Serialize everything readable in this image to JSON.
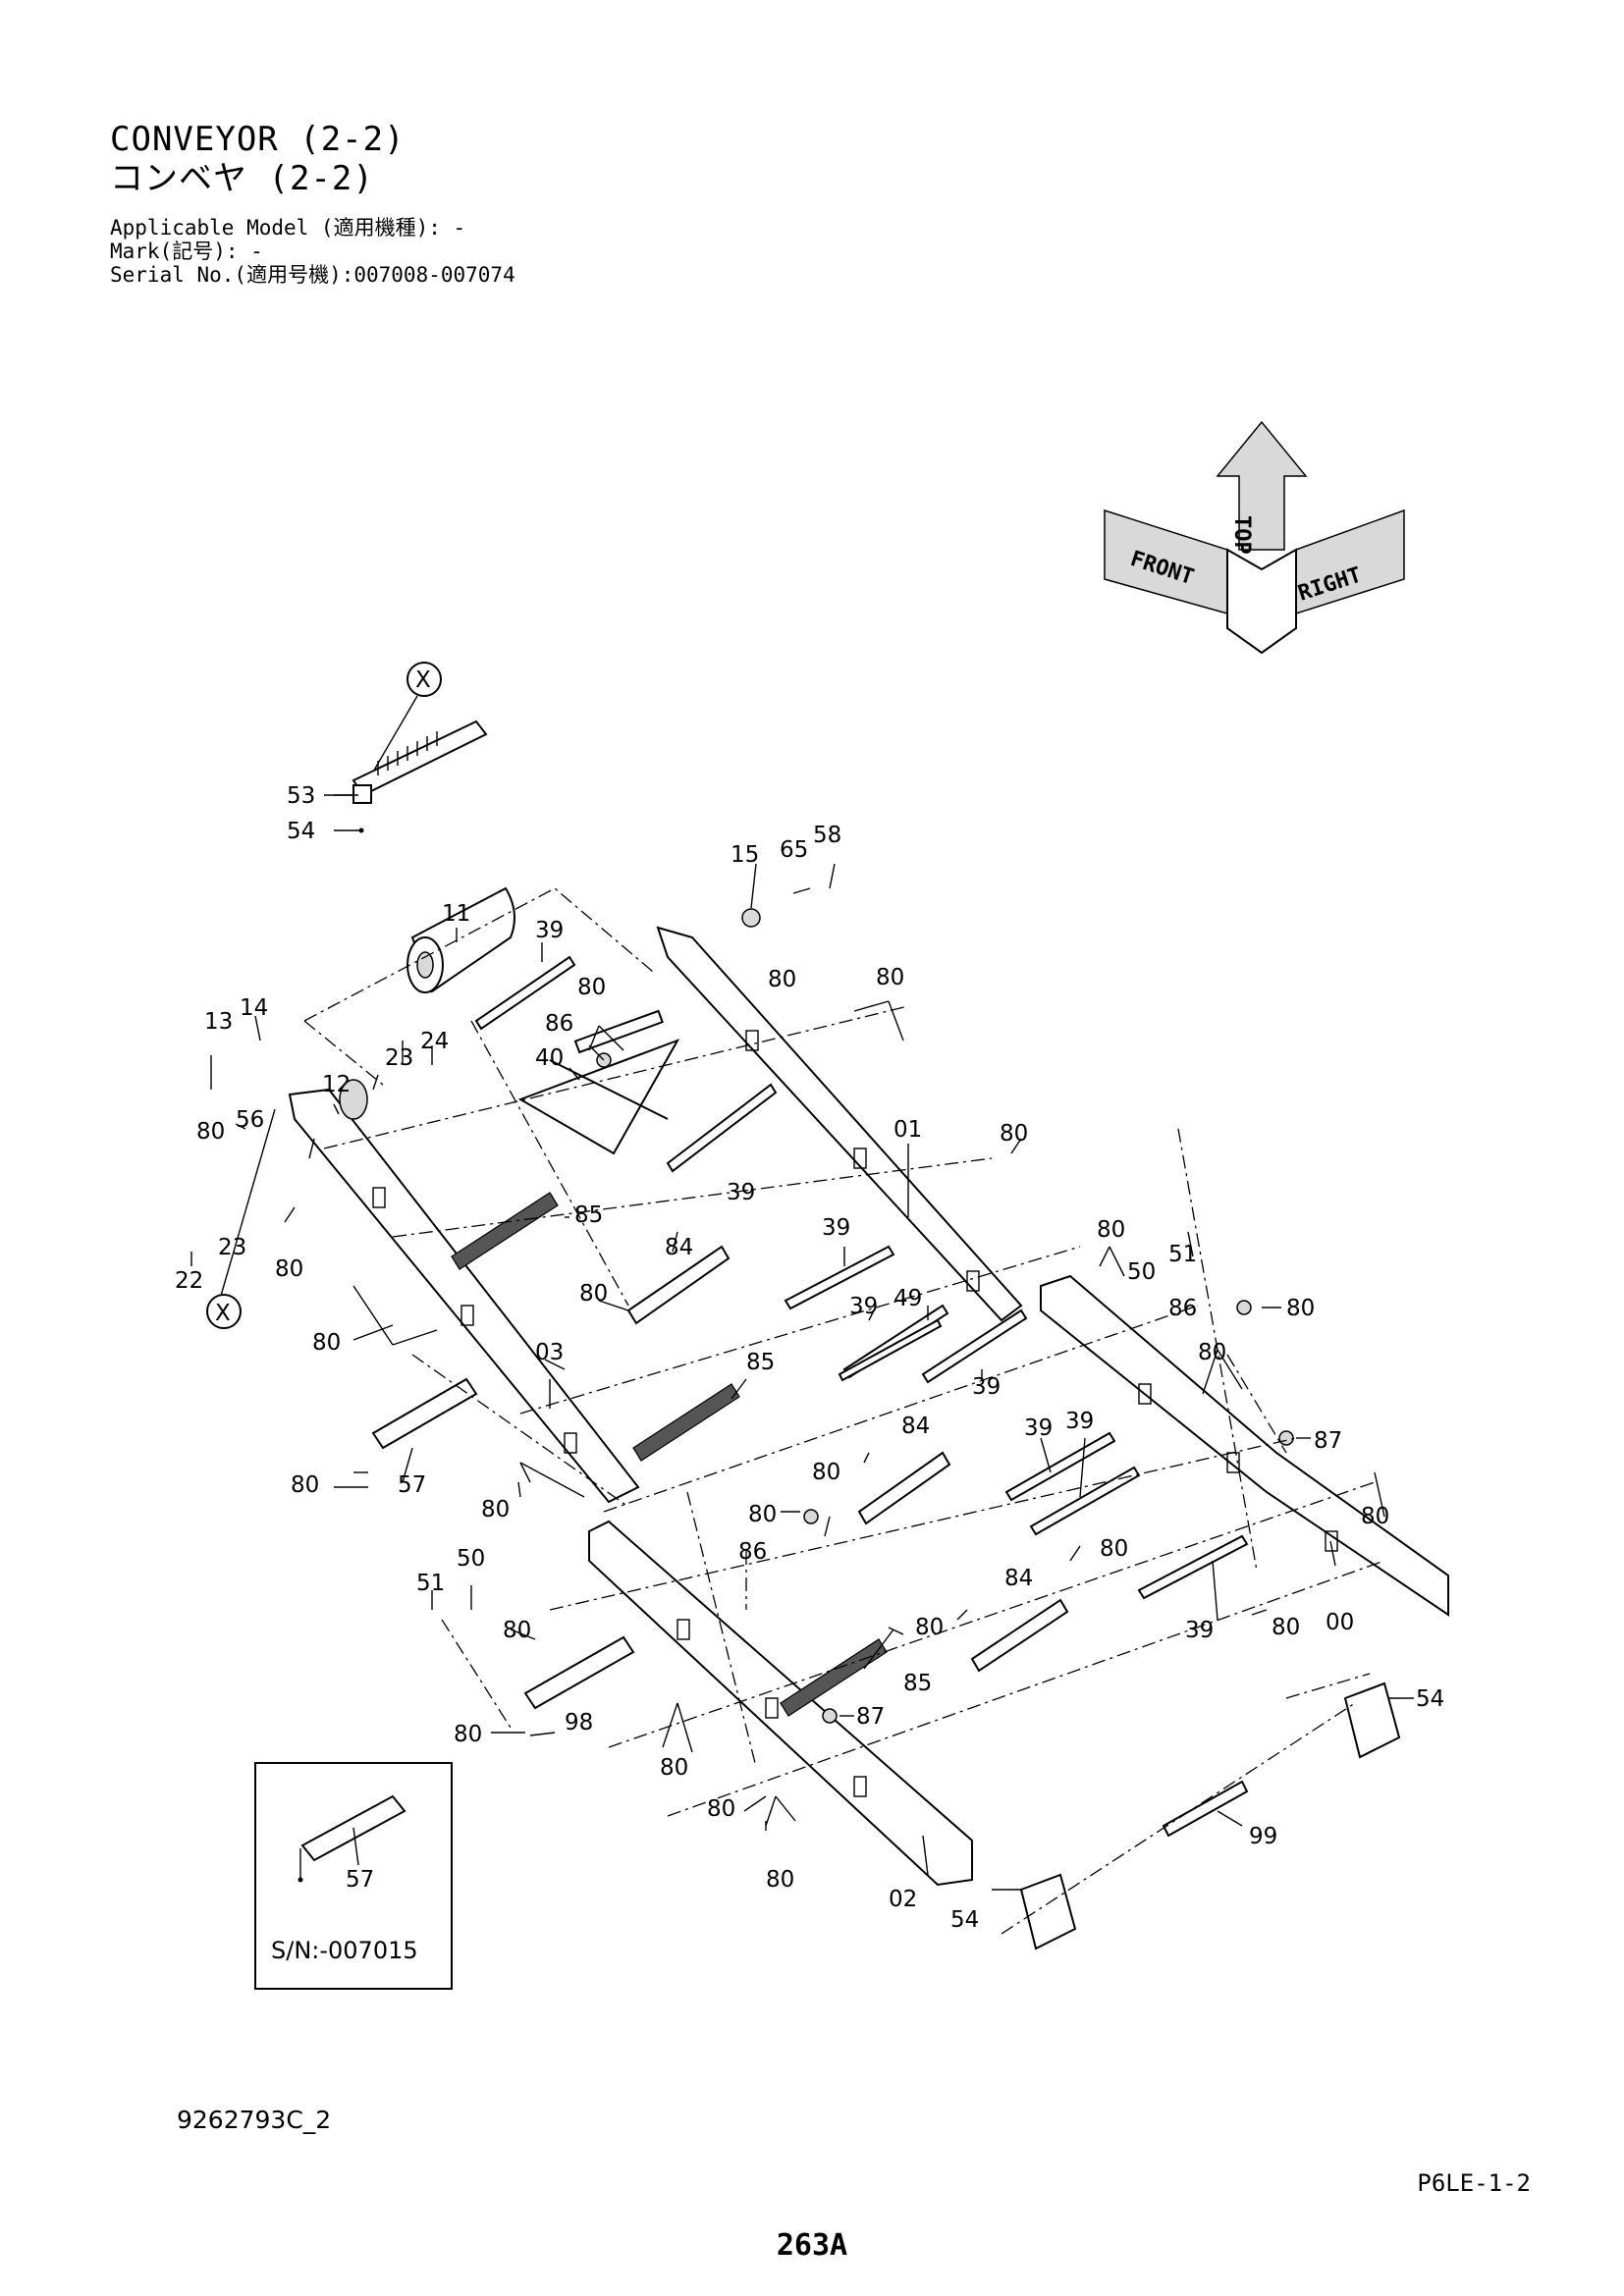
{
  "header": {
    "title_en": "CONVEYOR (2-2)",
    "title_jp": "コンベヤ (2-2)",
    "applicable_model": "Applicable Model (適用機種): -",
    "mark": "Mark(記号): -",
    "serial_no": "Serial No.(適用号機):007008-007074"
  },
  "orientation": {
    "top": "TOP",
    "front": "FRONT",
    "right": "RIGHT"
  },
  "callouts": {
    "x_top": "X",
    "x_left": "X",
    "n53": "53",
    "n54a": "54",
    "n15": "15",
    "n65": "65",
    "n58": "58",
    "n11": "11",
    "n39a": "39",
    "n80a": "80",
    "n80b": "80",
    "n80c": "80",
    "n13": "13",
    "n14": "14",
    "n86a": "86",
    "n40": "40",
    "n23a": "23",
    "n24": "24",
    "n12": "12",
    "n01": "01",
    "n80d": "80",
    "n56": "56",
    "n80e": "80",
    "n39b": "39",
    "n80f": "80",
    "n23b": "23",
    "n85a": "85",
    "n39c": "39",
    "n50a": "50",
    "n51a": "51",
    "n22": "22",
    "n80g": "80",
    "n84a": "84",
    "n80h": "80",
    "n86b": "86",
    "n80i": "80",
    "n39d": "39",
    "n49": "49",
    "n80j": "80",
    "n03": "03",
    "n85b": "85",
    "n39e": "39",
    "n80k": "80",
    "n84b": "84",
    "n39f": "39",
    "n39g": "39",
    "n87a": "87",
    "n80l": "80",
    "n57a": "57",
    "n80m": "80",
    "n80n": "80",
    "n80o": "80",
    "n86c": "86",
    "n51b": "51",
    "n50b": "50",
    "n80p": "80",
    "n84c": "84",
    "n80q": "80",
    "n80r": "80",
    "n39h": "39",
    "n80s": "80",
    "n00": "00",
    "n80t": "80",
    "n85c": "85",
    "n80u": "80",
    "n98": "98",
    "n87b": "87",
    "n54b": "54",
    "n80v": "80",
    "n80w": "80",
    "n99": "99",
    "n80x": "80",
    "n02": "02",
    "n54c": "54"
  },
  "inset": {
    "part": "57",
    "caption": "S/N:-007015"
  },
  "footer": {
    "drawing_no": "9262793C_2",
    "sheet": "P6LE-1-2",
    "page": "263A"
  }
}
